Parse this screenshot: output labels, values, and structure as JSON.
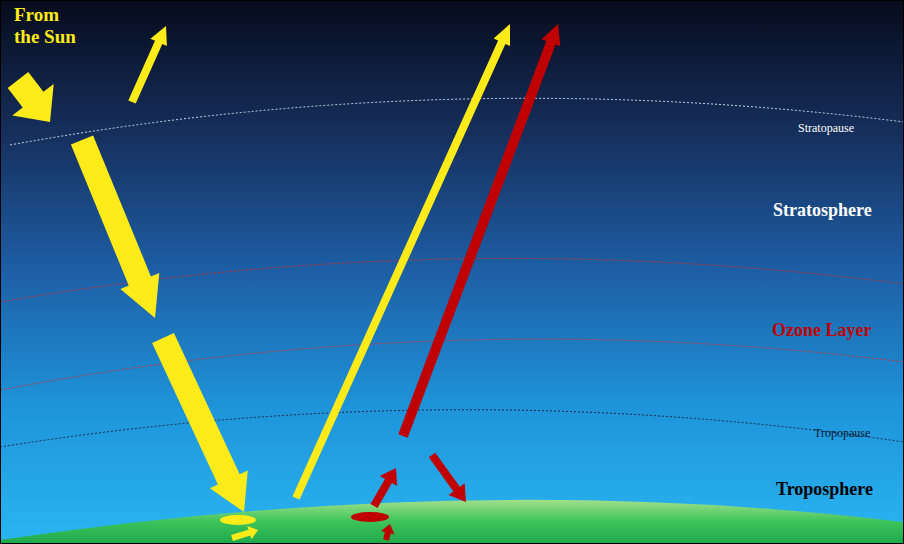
{
  "diagram": {
    "labels": [
      "From the Sun",
      "Stratopause",
      "Stratosphere",
      "Ozone Layer",
      "Tropopause",
      "Troposphere"
    ]
  }
}
